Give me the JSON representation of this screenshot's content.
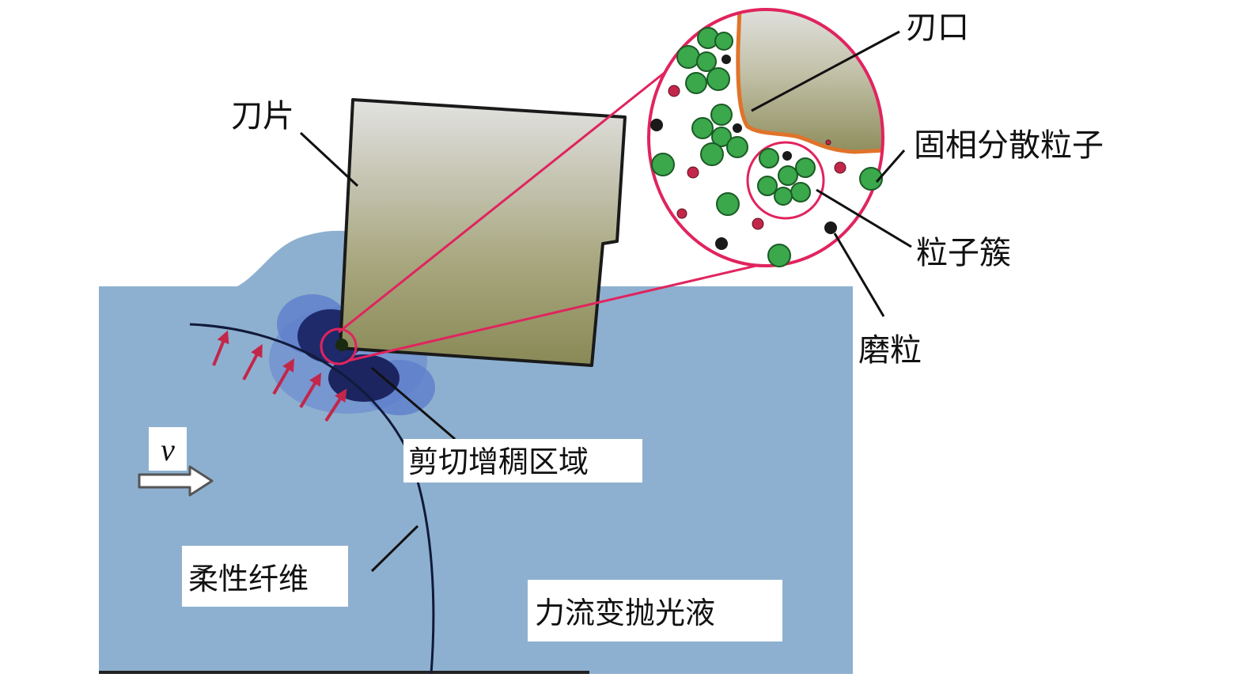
{
  "labels": {
    "blade": "刀片",
    "edge": "刃口",
    "solid_particles": "固相分散粒子",
    "particle_cluster": "粒子簇",
    "abrasive": "磨粒",
    "shear_thickening_zone": "剪切增稠区域",
    "flexible_fiber": "柔性纤维",
    "fluid": "力流变抛光液",
    "velocity": "v"
  },
  "colors": {
    "fluid": "#8eb0d0",
    "blade_top": "#dcdcdc",
    "blade_bottom": "#8b8a5a",
    "zoom_circle": "#e0245e",
    "particle_green": "#3aa84b",
    "abrasive_dark": "#1a1a1a",
    "shear_zone_dark": "#1c2560",
    "shear_zone_mid": "#4a62b8",
    "arrow_red": "#c2274a"
  },
  "icons": {
    "velocity_arrow": "right-arrow-icon",
    "force_arrows": "up-right-arrow-icon"
  }
}
